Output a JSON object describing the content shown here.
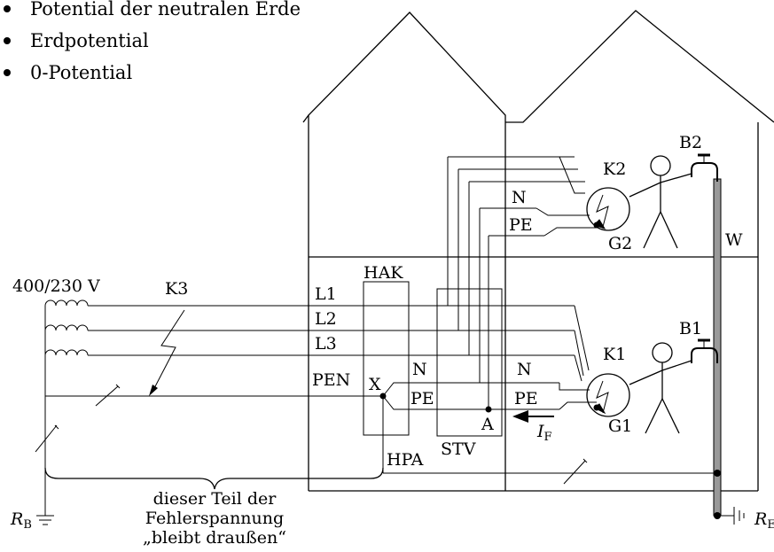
{
  "bullets": [
    "Potential der neutralen Erde",
    "Erdpotential",
    "0-Potential"
  ],
  "labels": {
    "voltage": "400/230 V",
    "k3": "K3",
    "hak": "HAK",
    "l1": "L1",
    "l2": "L2",
    "l3": "L3",
    "pen": "PEN",
    "x": "X",
    "n_hak": "N",
    "pe_hak": "PE",
    "n_k1": "N",
    "pe_k1": "PE",
    "n_k2": "N",
    "pe_k2": "PE",
    "a": "A",
    "if_main": "I",
    "if_sub": "F",
    "stv": "STV",
    "hpa": "HPA",
    "k1": "K1",
    "g1": "G1",
    "k2": "K2",
    "g2": "G2",
    "b1": "B1",
    "b2": "B2",
    "w": "W",
    "rb_main": "R",
    "rb_sub": "B",
    "re_main": "R",
    "re_sub": "E",
    "note_line1": "dieser Teil der",
    "note_line2": "Fehlerspannung",
    "note_line3": "„bleibt draußen“"
  }
}
